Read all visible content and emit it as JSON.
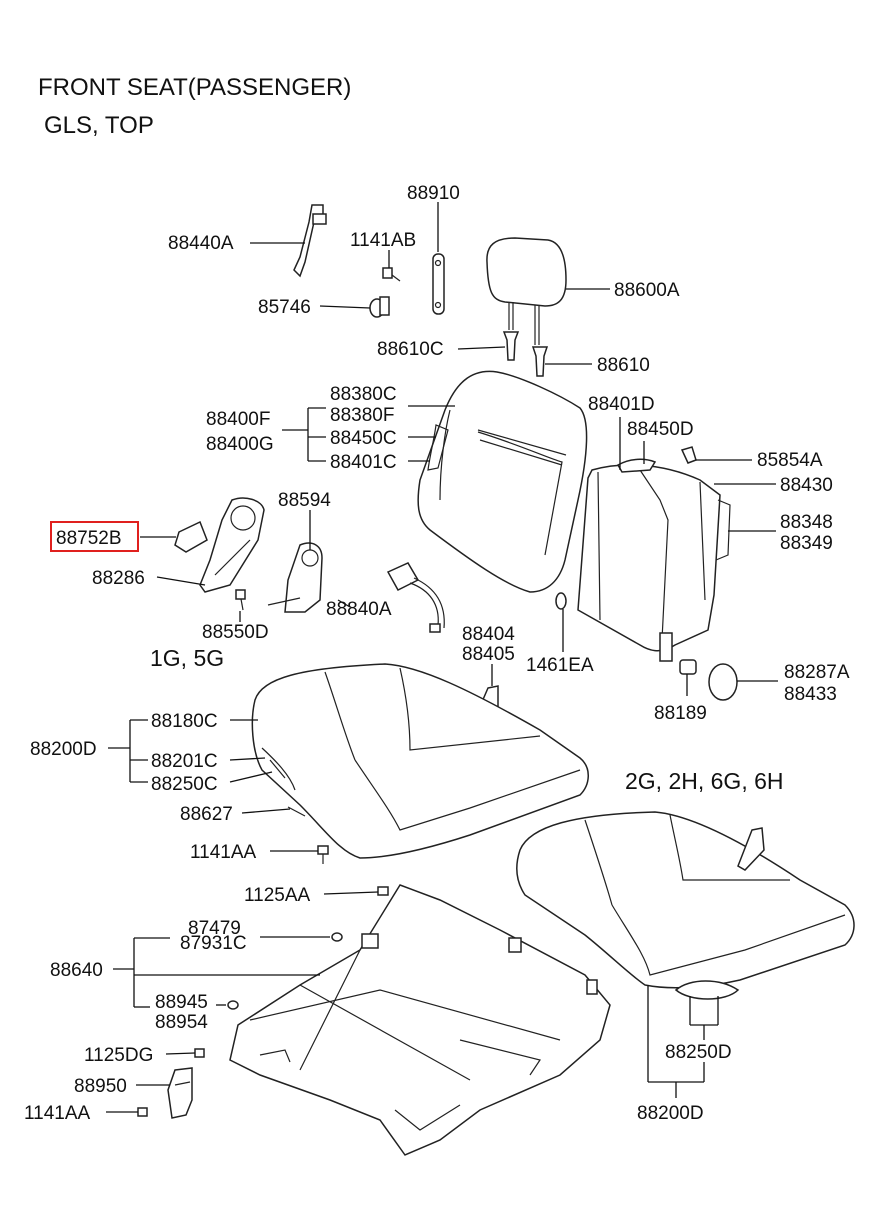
{
  "title": {
    "line1": "FRONT SEAT(PASSENGER)",
    "line2": "GLS, TOP"
  },
  "variants": {
    "left": "1G, 5G",
    "right": "2G, 2H, 6G, 6H"
  },
  "highlight_color": "#e0201e",
  "labels": {
    "p88910": "88910",
    "p88440A": "88440A",
    "p1141AB": "1141AB",
    "p85746": "85746",
    "p88600A": "88600A",
    "p88610C": "88610C",
    "p88610": "88610",
    "p88380C": "88380C",
    "p88380F": "88380F",
    "p88400F": "88400F",
    "p88400G": "88400G",
    "p88450C": "88450C",
    "p88401C": "88401C",
    "p88401D": "88401D",
    "p88450D": "88450D",
    "p85854A": "85854A",
    "p88430": "88430",
    "p88348": "88348",
    "p88349": "88349",
    "p88752B": "88752B",
    "p88594": "88594",
    "p88286": "88286",
    "p88550D": "88550D",
    "p88840A": "88840A",
    "p88404": "88404",
    "p88405": "88405",
    "p1461EA": "1461EA",
    "p88287A": "88287A",
    "p88433": "88433",
    "p88189": "88189",
    "p88180C": "88180C",
    "p88200D": "88200D",
    "p88201C": "88201C",
    "p88250C": "88250C",
    "p88627": "88627",
    "p1141AA": "1141AA",
    "p1125AA": "1125AA",
    "p87479": "87479",
    "p87931C": "87931C",
    "p88640": "88640",
    "p88945": "88945",
    "p88954": "88954",
    "p1125DG": "1125DG",
    "p88950": "88950",
    "p1141AA_2": "1141AA",
    "p88250D": "88250D",
    "p88200D_2": "88200D"
  }
}
